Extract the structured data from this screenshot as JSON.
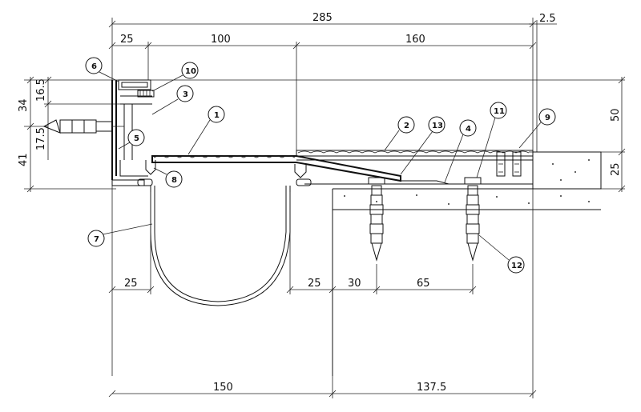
{
  "dimensions": {
    "top_total": "285",
    "top_right": "2.5",
    "top_left_25": "25",
    "top_100": "100",
    "top_160": "160",
    "left_34": "34",
    "left_16_5": "16.5",
    "left_17_5": "17.5",
    "left_41": "41",
    "right_50": "50",
    "right_25": "25",
    "mid_25a": "25",
    "mid_25b": "25",
    "mid_30": "30",
    "mid_65": "65",
    "bottom_150": "150",
    "bottom_137_5": "137.5"
  },
  "callouts": {
    "c1": "1",
    "c2": "2",
    "c3": "3",
    "c4": "4",
    "c5": "5",
    "c6": "6",
    "c7": "7",
    "c8": "8",
    "c9": "9",
    "c10": "10",
    "c11": "11",
    "c12": "12",
    "c13": "13"
  }
}
